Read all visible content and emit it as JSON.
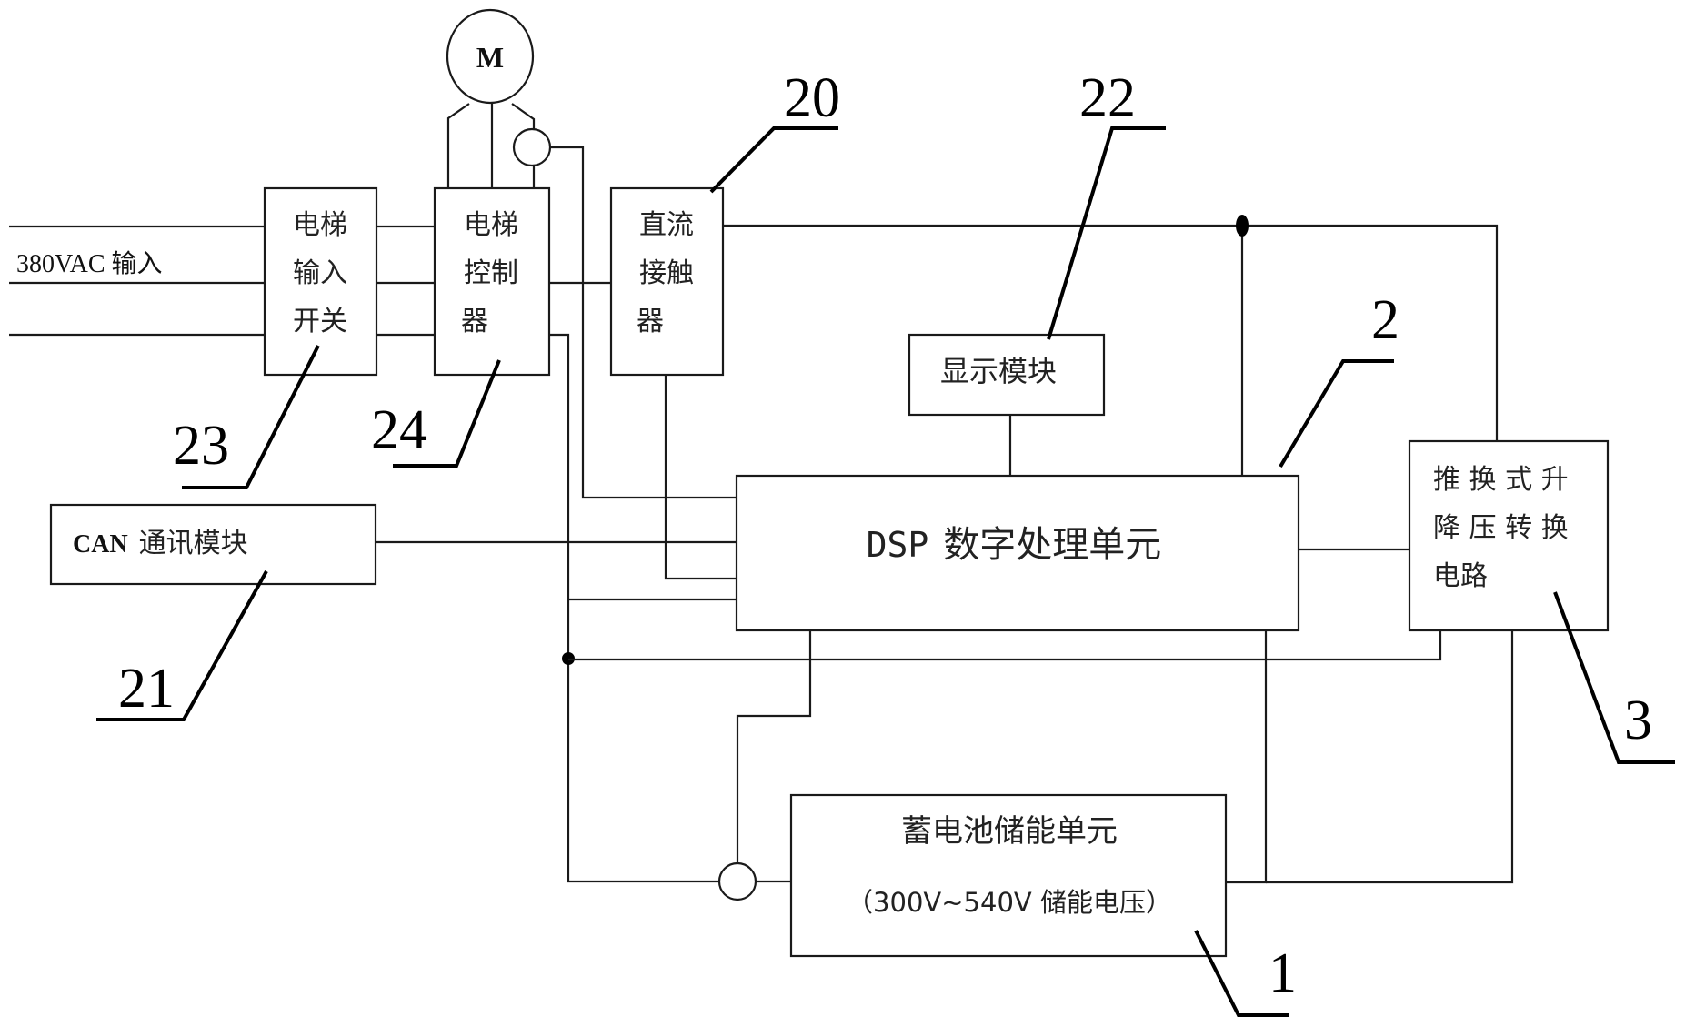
{
  "diagram": {
    "input_label": "380VAC 输入",
    "motor": {
      "label": "M"
    },
    "blocks": {
      "input_switch": {
        "lines": [
          "电梯",
          "输入",
          "开关"
        ],
        "ref": "23"
      },
      "controller": {
        "lines": [
          "电梯",
          "控制",
          "器"
        ],
        "ref": "24"
      },
      "dc_contactor": {
        "lines": [
          "直流",
          "接触",
          "器"
        ],
        "ref": "20"
      },
      "display": {
        "label": "显示模块",
        "ref": "22"
      },
      "can": {
        "label_latin": "CAN",
        "label_cjk": "通讯模块",
        "ref": "21"
      },
      "dsp": {
        "label_latin": "DSP",
        "label_cjk": "数字处理单元",
        "ref": "2"
      },
      "converter": {
        "lines": [
          "推 换 式 升",
          "降 压 转 换",
          "电路"
        ],
        "ref": "3"
      },
      "battery": {
        "title": "蓄电池储能单元",
        "subtitle": "（300V~540V  储能电压）",
        "ref": "1"
      }
    }
  }
}
